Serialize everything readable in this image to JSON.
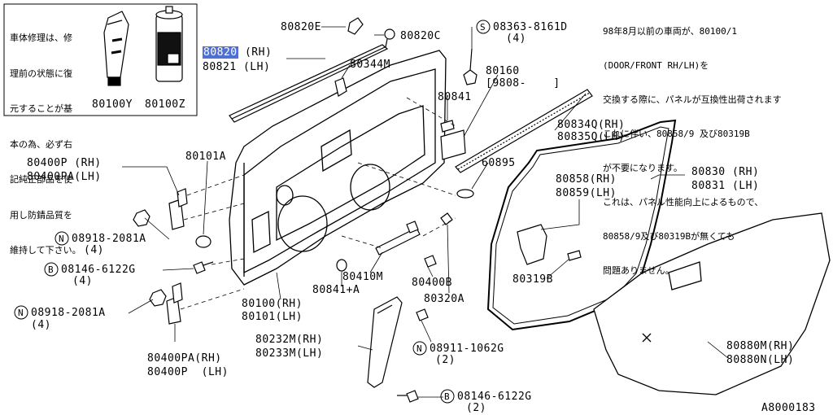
{
  "instruction_box": {
    "lines": [
      "車体修理は、修",
      "理前の状態に復",
      "元することが基",
      "本の為、必ず右",
      "記純正部品を使",
      "用し防錆品質を",
      "維持して下さい。"
    ],
    "part_a": "80100Y",
    "part_b": "80100Z"
  },
  "note": {
    "lines": [
      "98年8月以前の車両が、80100/1",
      "(DOOR/FRONT RH/LH)を",
      "交換する際に、パネルが互換性出荷されます",
      "これに伴い、80858/9 及び80319B",
      "が不要になります。",
      "これは、パネル性能向上によるもので、",
      "80858/9及び80319Bが無くても",
      "問題ありません。"
    ]
  },
  "labels": {
    "p80820e": "80820E",
    "p80820c": "80820C",
    "p80820_num": "80820",
    "p80820_side": "(RH)",
    "p80821": "80821 (LH)",
    "p08363": "08363-8161D",
    "p08363_qty": "(4)",
    "p80344m": "80344M",
    "p80160": "80160",
    "p80160_date": "[9808-    ]",
    "p80841": "80841",
    "p80834q": "80834Q(RH)",
    "p80835q": "80835Q(LH)",
    "p80101a": "80101A",
    "p80400p_rh": "80400P (RH)",
    "p80400pa_lh": "80400PA(LH)",
    "p60895": "60895",
    "p80830": "80830 (RH)",
    "p80831": "80831 (LH)",
    "p80858": "80858(RH)",
    "p80859": "80859(LH)",
    "p08918a": "08918-2081A",
    "p08918a_qty": "(4)",
    "p08146a": "08146-6122G",
    "p08146a_qty": "(4)",
    "p80410m": "80410M",
    "p80400b": "80400B",
    "p80841a": "80841+A",
    "p80319b": "80319B",
    "p08918b": "08918-2081A",
    "p08918b_qty": "(4)",
    "p80100": "80100(RH)",
    "p80101": "80101(LH)",
    "p80320a": "80320A",
    "p80232m": "80232M(RH)",
    "p80233m": "80233M(LH)",
    "p08911": "08911-1062G",
    "p08911_qty": "(2)",
    "p80400pa_rh": "80400PA(RH)",
    "p80400p_lh": "80400P  (LH)",
    "p08146b": "08146-6122G",
    "p08146b_qty": "(2)",
    "p80880m": "80880M(RH)",
    "p80880n": "80880N(LH)",
    "code": "A8000183"
  },
  "prefix_symbols": {
    "S": "S",
    "N": "N",
    "B": "B"
  },
  "colors": {
    "highlight": "#4f6fd6",
    "line": "#000000"
  }
}
